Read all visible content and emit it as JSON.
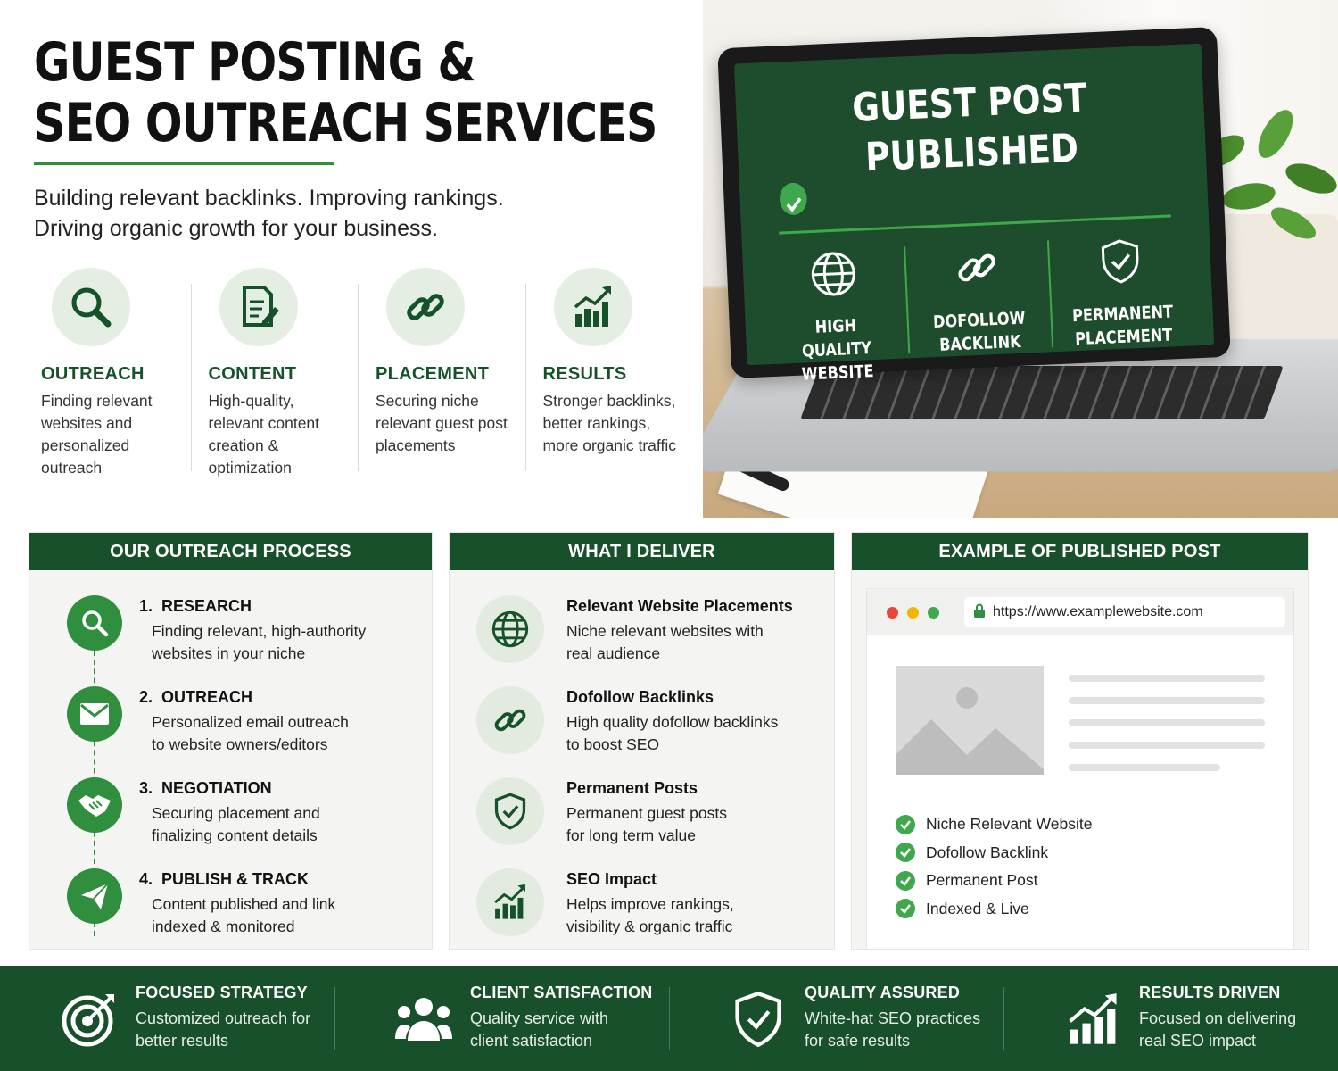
{
  "hero": {
    "title_line1": "GUEST POSTING &",
    "title_line2": "SEO OUTREACH SERVICES",
    "subtitle_line1": "Building relevant backlinks. Improving rankings.",
    "subtitle_line2": "Driving organic growth for your business."
  },
  "features": [
    {
      "icon": "search-icon",
      "title": "OUTREACH",
      "text": "Finding relevant websites and personalized outreach"
    },
    {
      "icon": "document-edit-icon",
      "title": "CONTENT",
      "text": "High-quality, relevant content creation & optimization"
    },
    {
      "icon": "link-icon",
      "title": "PLACEMENT",
      "text": "Securing niche relevant guest post placements"
    },
    {
      "icon": "growth-chart-icon",
      "title": "RESULTS",
      "text": "Stronger backlinks, better rankings, more organic traffic"
    }
  ],
  "laptop_screen": {
    "title_line1": "GUEST POST",
    "title_line2": "PUBLISHED",
    "items": [
      {
        "icon": "globe-icon",
        "line1": "HIGH QUALITY",
        "line2": "WEBSITE"
      },
      {
        "icon": "link-icon",
        "line1": "DOFOLLOW",
        "line2": "BACKLINK"
      },
      {
        "icon": "shield-check-icon",
        "line1": "PERMANENT",
        "line2": "PLACEMENT"
      }
    ]
  },
  "process": {
    "heading": "OUR OUTREACH PROCESS",
    "steps": [
      {
        "num": "1.",
        "title": "RESEARCH",
        "line1": "Finding relevant, high-authority",
        "line2": "websites in your niche",
        "icon": "search-icon"
      },
      {
        "num": "2.",
        "title": "OUTREACH",
        "line1": "Personalized email outreach",
        "line2": "to website owners/editors",
        "icon": "envelope-icon"
      },
      {
        "num": "3.",
        "title": "NEGOTIATION",
        "line1": "Securing placement and",
        "line2": "finalizing content details",
        "icon": "handshake-icon"
      },
      {
        "num": "4.",
        "title": "PUBLISH & TRACK",
        "line1": "Content published and link",
        "line2": "indexed & monitored",
        "icon": "paper-plane-icon"
      }
    ]
  },
  "deliver": {
    "heading": "WHAT I DELIVER",
    "items": [
      {
        "title": "Relevant Website Placements",
        "line1": "Niche relevant websites with",
        "line2": "real audience",
        "icon": "globe-icon"
      },
      {
        "title": "Dofollow Backlinks",
        "line1": "High quality dofollow backlinks",
        "line2": "to boost SEO",
        "icon": "link-icon"
      },
      {
        "title": "Permanent Posts",
        "line1": "Permanent guest posts",
        "line2": "for long term value",
        "icon": "shield-check-icon"
      },
      {
        "title": "SEO Impact",
        "line1": "Helps improve rankings,",
        "line2": "visibility & organic traffic",
        "icon": "growth-chart-icon"
      }
    ]
  },
  "example": {
    "heading": "EXAMPLE OF PUBLISHED POST",
    "url": "https://www.examplewebsite.com",
    "checks": [
      "Niche Relevant Website",
      "Dofollow Backlink",
      "Permanent Post",
      "Indexed & Live"
    ]
  },
  "footer": [
    {
      "title": "FOCUSED STRATEGY",
      "line1": "Customized outreach for",
      "line2": "better results",
      "icon": "target-icon"
    },
    {
      "title": "CLIENT SATISFACTION",
      "line1": "Quality service with",
      "line2": "client satisfaction",
      "icon": "users-icon"
    },
    {
      "title": "QUALITY ASSURED",
      "line1": "White-hat SEO practices",
      "line2": "for safe results",
      "icon": "shield-check-icon"
    },
    {
      "title": "RESULTS DRIVEN",
      "line1": "Focused on delivering",
      "line2": "real SEO impact",
      "icon": "growth-chart-icon"
    }
  ],
  "colors": {
    "brand_green": "#17502b",
    "accent_green": "#2f8f3e",
    "check_green": "#3fa84d",
    "light_green_circle": "#e5eee3",
    "dot_red": "#e8453c",
    "dot_yellow": "#f4b400",
    "dot_green": "#3fa84d"
  }
}
